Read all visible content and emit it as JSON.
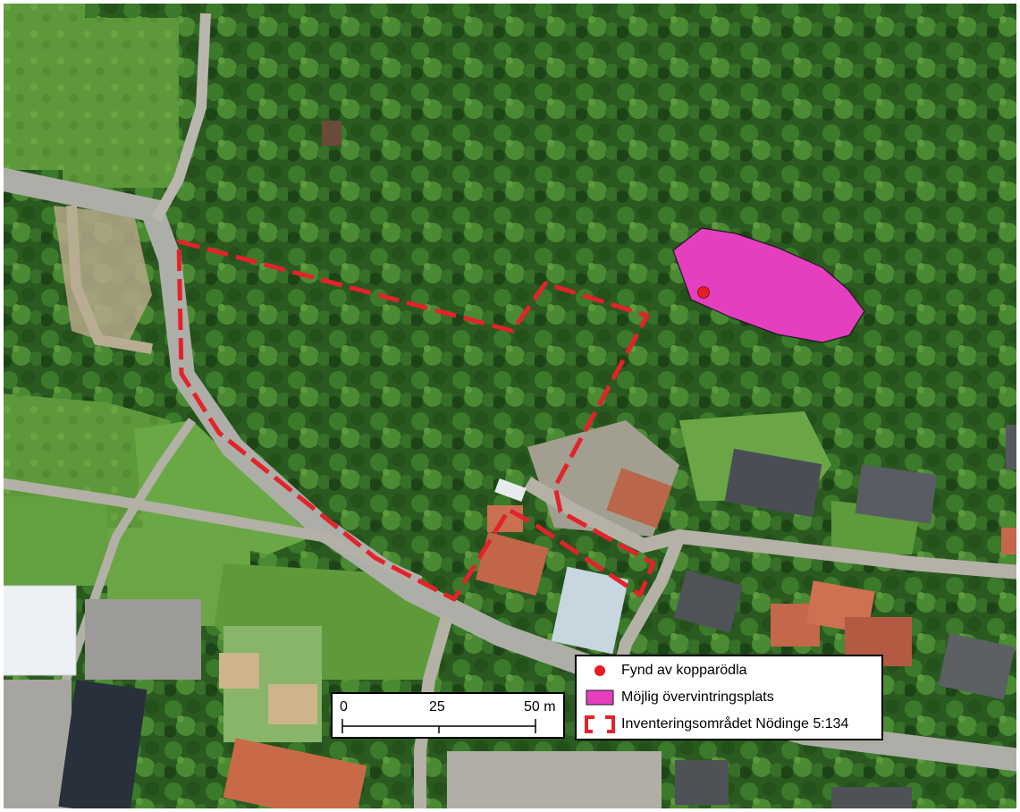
{
  "map": {
    "basemap": "aerial-orthophoto",
    "colors": {
      "forest_dark": "#1f4a18",
      "forest_mid": "#2f6a22",
      "grass": "#5f9a3a",
      "road": "#a9a9a3",
      "survey_outline": "#e3222a",
      "hibernation_fill": "#e43fbe",
      "find_point": "#e61c23"
    }
  },
  "legend": {
    "items": [
      {
        "label": "Fynd av kopparödla",
        "symbol": "red-dot-icon"
      },
      {
        "label": "Möjlig övervintringsplats",
        "symbol": "magenta-polygon-icon"
      },
      {
        "label": "Inventeringsområdet Nödinge 5:134",
        "symbol": "red-dashed-outline-icon"
      }
    ]
  },
  "scalebar": {
    "labels": [
      "0",
      "25",
      "50 m"
    ]
  }
}
